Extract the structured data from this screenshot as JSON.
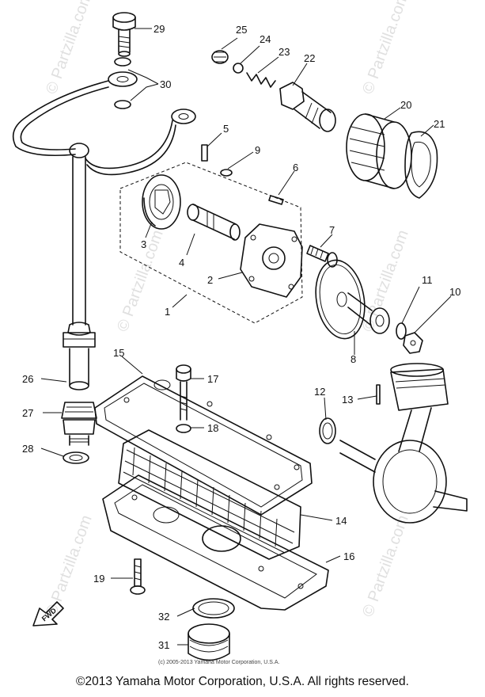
{
  "diagram": {
    "callouts": [
      "29",
      "30",
      "25",
      "24",
      "23",
      "22",
      "20",
      "21",
      "5",
      "9",
      "6",
      "3",
      "4",
      "7",
      "2",
      "1",
      "11",
      "10",
      "8",
      "26",
      "15",
      "17",
      "18",
      "12",
      "13",
      "27",
      "28",
      "14",
      "16",
      "19",
      "32",
      "31"
    ],
    "fwd_label": "FWD",
    "inner_copyright": "(c) 2005-2013 Yamaha Motor Corporation, U.S.A.",
    "watermark": "© Partzilla.com"
  },
  "footer": {
    "copyright": "©2013 Yamaha Motor Corporation, U.S.A. All rights reserved."
  }
}
